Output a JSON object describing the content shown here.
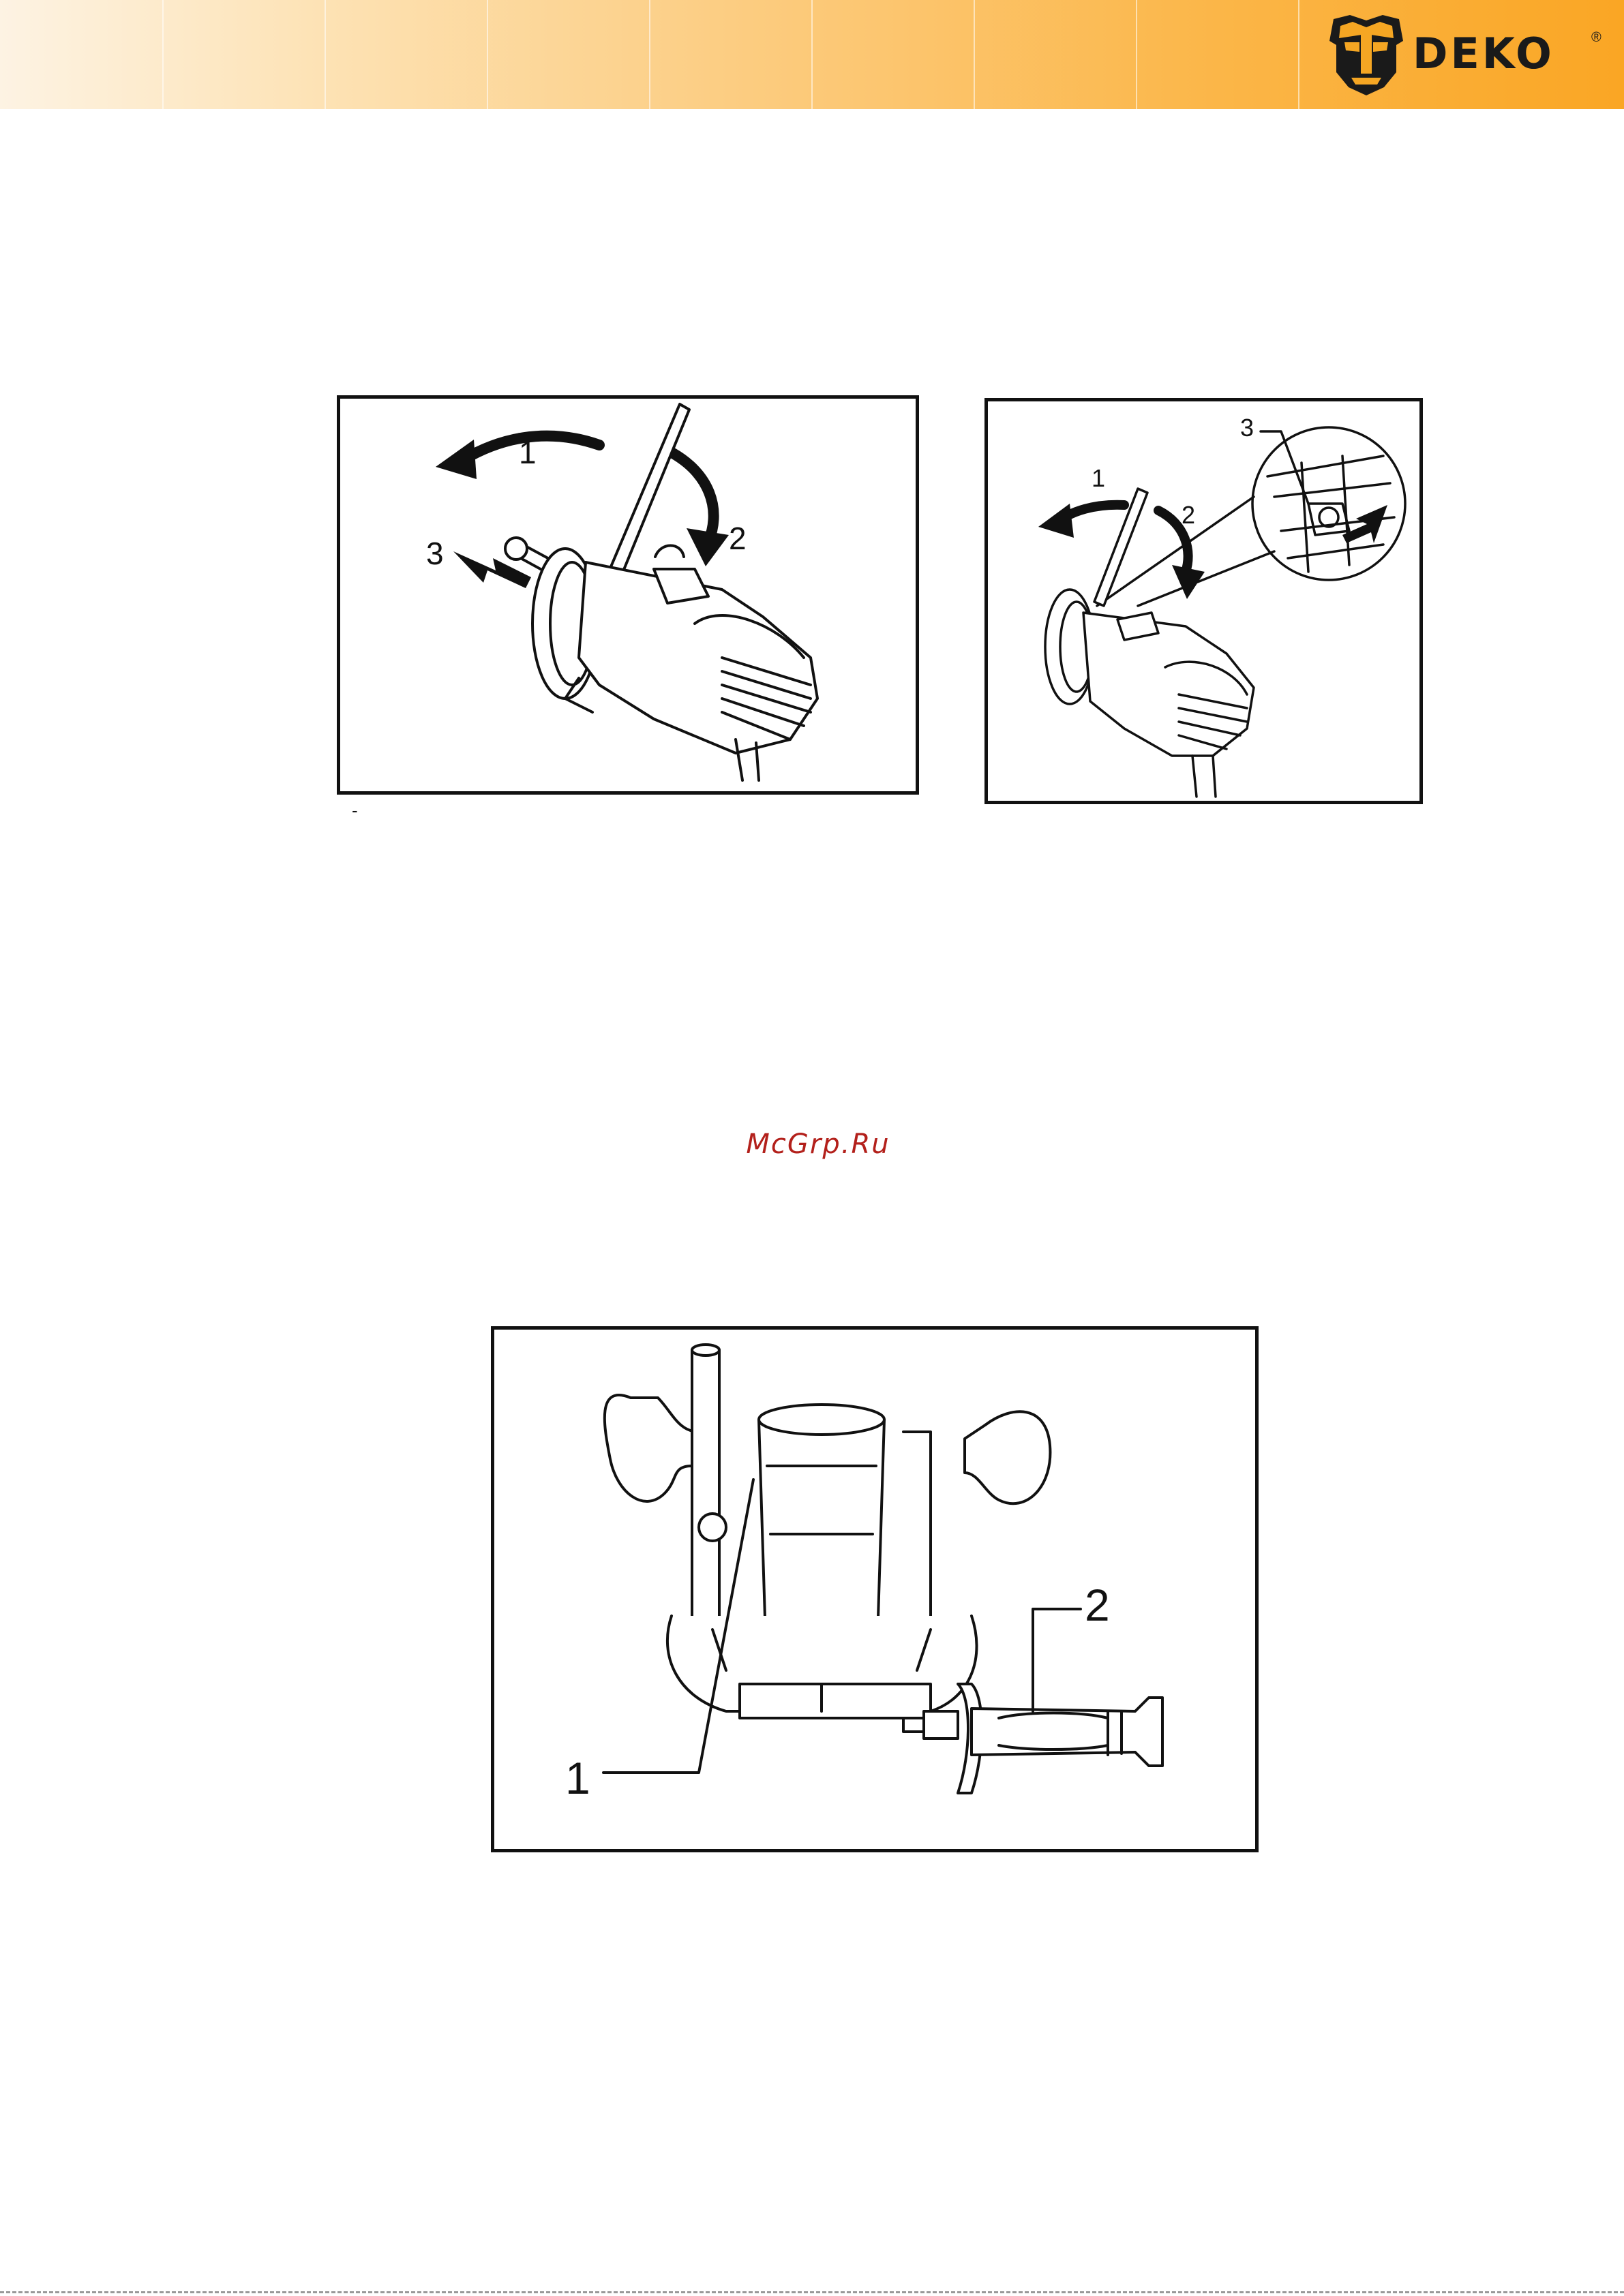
{
  "header": {
    "brand": "DEKO",
    "registered_mark": "®",
    "colors": {
      "band_start": "#fdf3e3",
      "band_end": "#faa624",
      "logo_dark": "#1a1a1a",
      "logo_accent": "#f5a623"
    },
    "logo_icon": "deko-robot-head-logo"
  },
  "figures": [
    {
      "id": "wrench-bit-change-top",
      "callouts": [
        "1",
        "2",
        "3"
      ],
      "icon": "wrench-and-router-motor-illustration"
    },
    {
      "id": "wrench-bit-change-lock",
      "callouts": [
        "1",
        "2",
        "3"
      ],
      "icon": "router-spindle-lock-detail-illustration"
    },
    {
      "id": "plunge-base-and-handle",
      "callouts": [
        "1",
        "2"
      ],
      "icon": "plunge-base-and-side-handle-illustration"
    }
  ],
  "stray_mark": "-",
  "watermark": "McGrp.Ru",
  "watermark_color": "#b3201b"
}
